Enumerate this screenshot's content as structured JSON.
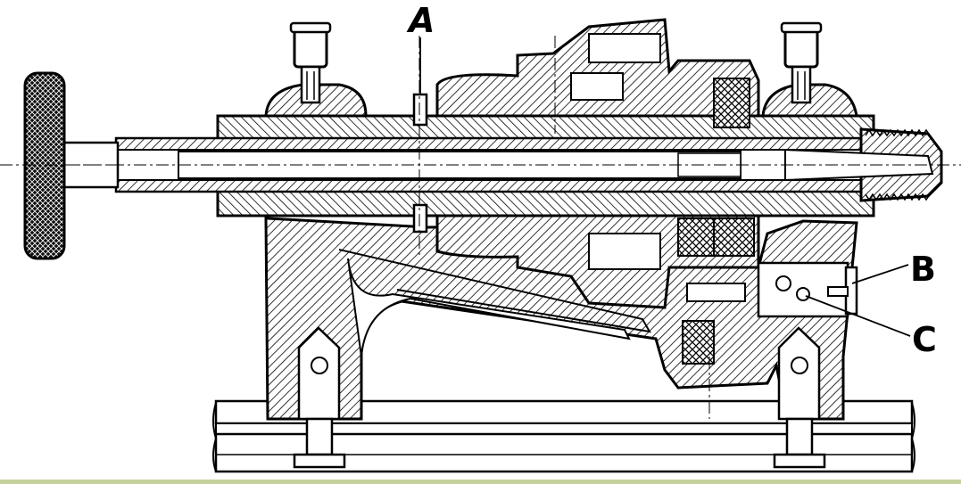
{
  "labels": {
    "a": "A",
    "b": "B",
    "c": "C"
  },
  "colors": {
    "ink": "#000000",
    "paper": "#ffffff",
    "bottom_rule": "#c5d29c"
  }
}
